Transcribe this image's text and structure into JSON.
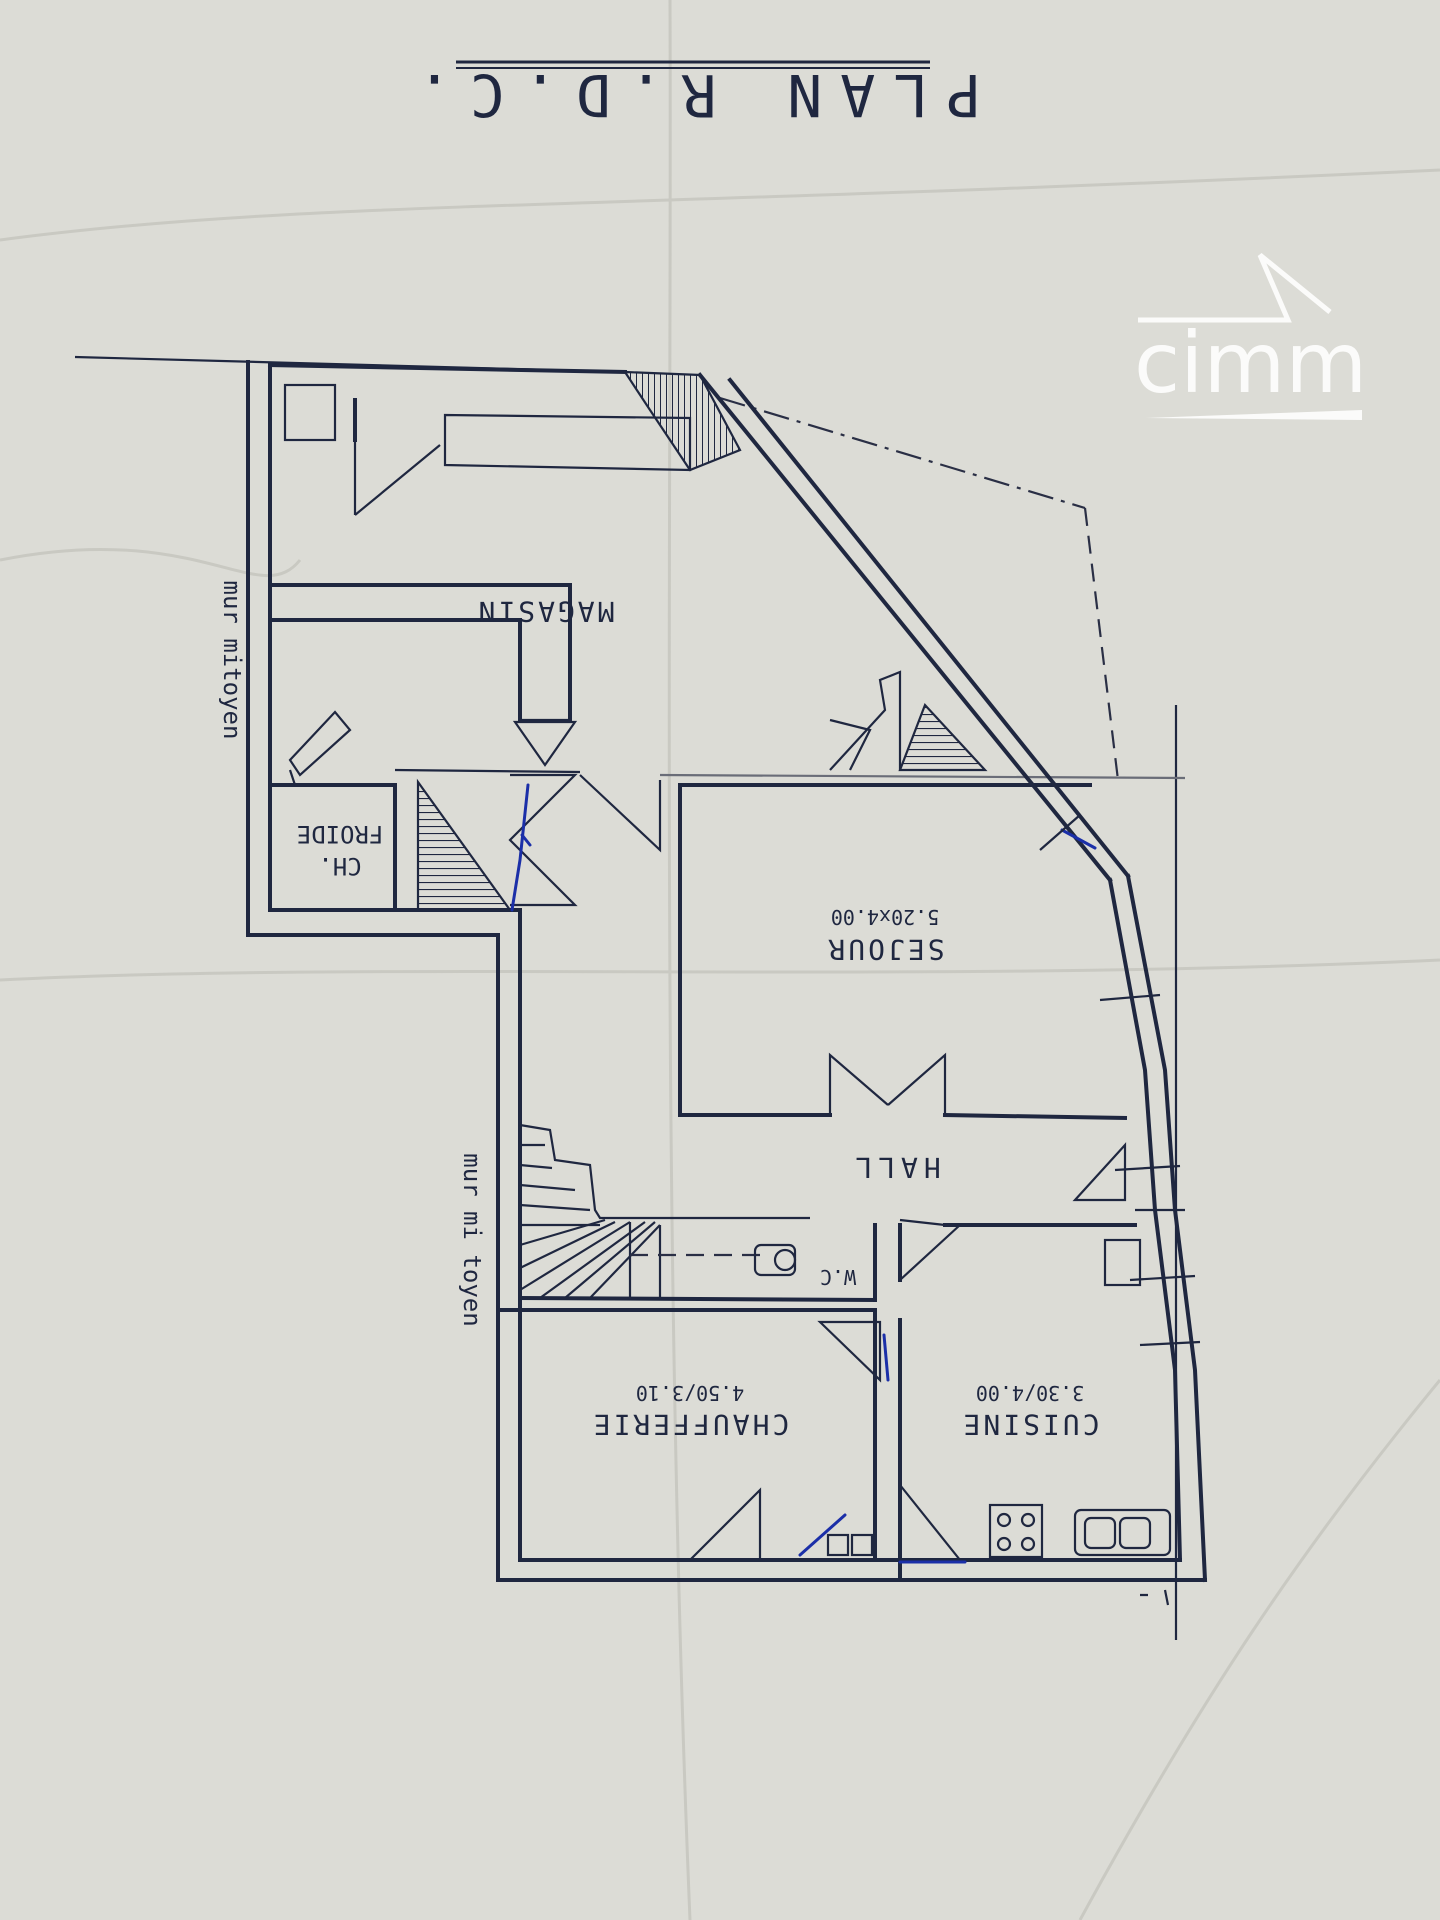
{
  "plan": {
    "title": "PLAN R.D.C.",
    "rooms": {
      "magasin": "MAGASIN",
      "chambre_froide_line1": "CH.",
      "chambre_froide_line2": "FROIDE",
      "sejour": "SEJOUR",
      "sejour_dims": "5.20x4.00",
      "hall": "HALL",
      "wc": "W.C",
      "chaufferie": "CHAUFFERIE",
      "chaufferie_dims": "4.50/3.10",
      "cuisine": "CUISINE",
      "cuisine_dims": "3.30/4.00"
    },
    "walls": {
      "mitoyen_left": "mur mitoyen",
      "mitoyen_center": "mur mi toyen"
    }
  },
  "watermark": {
    "brand": "cimm",
    "color": "#ffffff"
  },
  "colors": {
    "paper": "#dcdcd6",
    "ink": "#1f2740",
    "pen": "#1b2fa8"
  }
}
